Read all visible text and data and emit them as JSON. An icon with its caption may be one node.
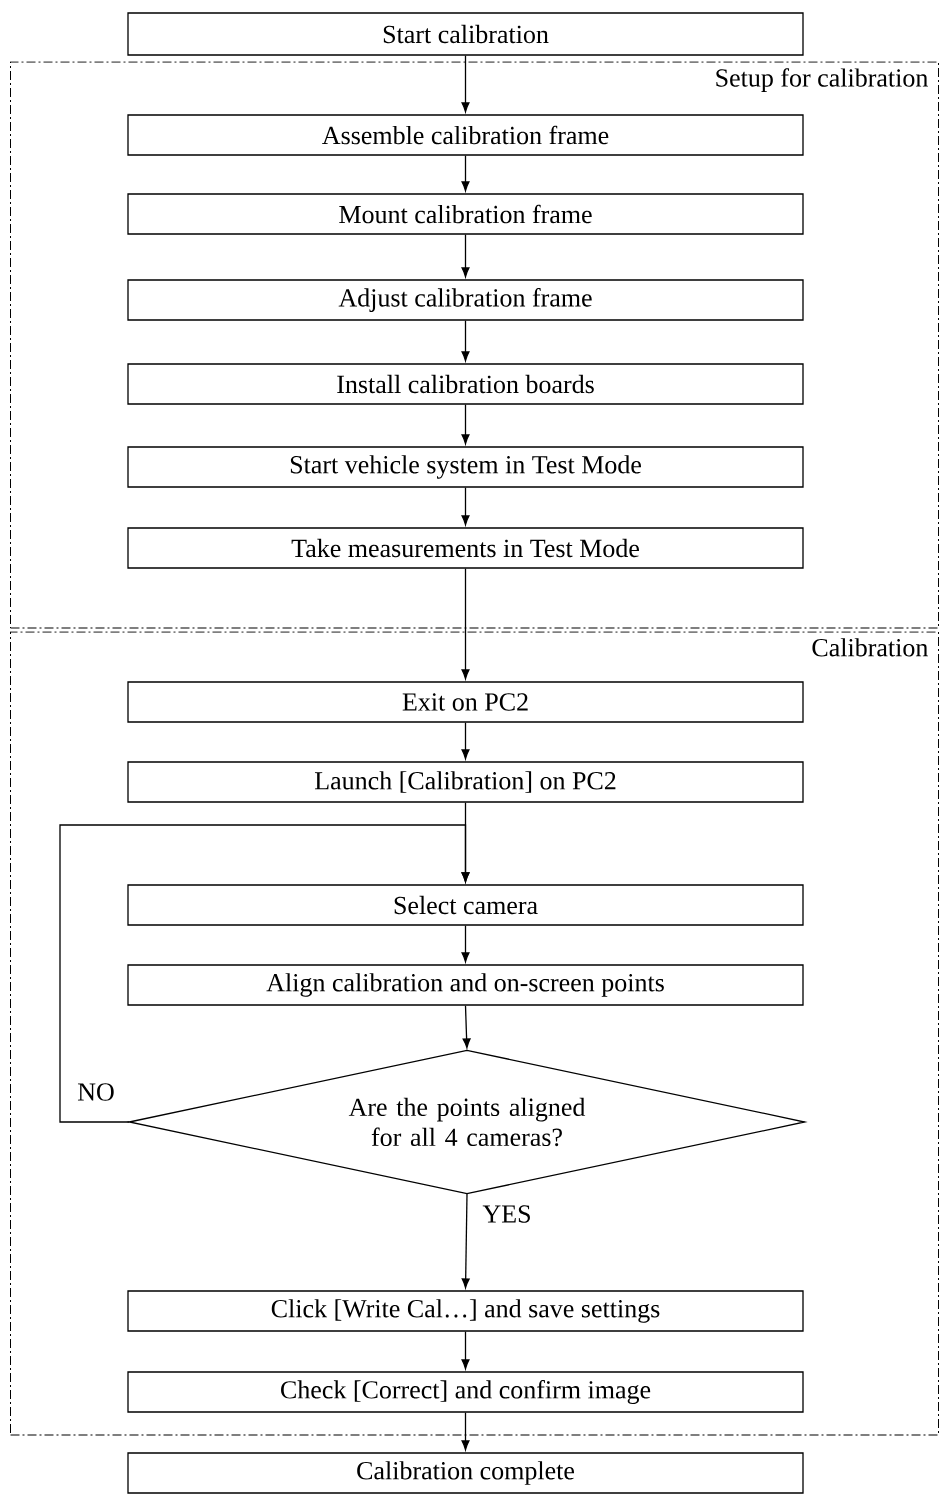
{
  "diagram": {
    "nodes": [
      {
        "text": [
          "Start calibration"
        ]
      },
      {
        "text": [
          "Setup for calibration"
        ]
      },
      {
        "text": [
          "Assemble calibration frame"
        ],
        "in": 1
      },
      {
        "text": [
          "Mount calibration frame"
        ],
        "in": 1
      },
      {
        "text": [
          "Adjust calibration frame"
        ],
        "in": 1
      },
      {
        "text": [
          "Install calibration boards"
        ],
        "in": 1
      },
      {
        "text": [
          "Start vehicle system in Test Mode"
        ],
        "in": 1
      },
      {
        "text": [
          "Take measurements in Test Mode"
        ],
        "in": 1
      },
      {
        "text": [
          "Calibration"
        ]
      },
      {
        "text": [
          "Exit on PC2"
        ],
        "in": 8
      },
      {
        "text": [
          "Launch [Calibration] on PC2"
        ],
        "in": 8
      },
      {
        "text": [
          "Select camera"
        ],
        "in": 8
      },
      {
        "text": [
          "Align calibration and on-screen points"
        ],
        "in": 8
      },
      {
        "text": [
          "Are the points aligned for all 4 cameras?"
        ],
        "in": 8
      },
      {
        "text": [
          "Click [Write Cal…] and save settings"
        ],
        "in": 8
      },
      {
        "text": [
          "Check [Correct] and confirm image"
        ],
        "in": 8
      },
      {
        "text": [
          "Calibration complete"
        ]
      }
    ],
    "edges": [
      {
        "from": 0,
        "to": 2,
        "arrow": "to"
      },
      {
        "from": 2,
        "to": 3,
        "arrow": "to"
      },
      {
        "from": 3,
        "to": 4,
        "arrow": "to"
      },
      {
        "from": 4,
        "to": 5,
        "arrow": "to"
      },
      {
        "from": 5,
        "to": 6,
        "arrow": "to"
      },
      {
        "from": 6,
        "to": 7,
        "arrow": "to"
      },
      {
        "from": 7,
        "to": 9,
        "arrow": "to"
      },
      {
        "from": 9,
        "to": 10,
        "arrow": "to"
      },
      {
        "from": 10,
        "to": 11,
        "arrow": "to"
      },
      {
        "from": 11,
        "to": 12,
        "arrow": "to"
      },
      {
        "from": 12,
        "to": 13,
        "arrow": "to"
      },
      {
        "from": 13,
        "to": 11,
        "arrow": "to",
        "label": "NO"
      },
      {
        "from": 13,
        "to": 14,
        "arrow": "to",
        "label": "YES"
      },
      {
        "from": 14,
        "to": 15,
        "arrow": "to"
      },
      {
        "from": 15,
        "to": 16,
        "arrow": "to"
      }
    ]
  }
}
